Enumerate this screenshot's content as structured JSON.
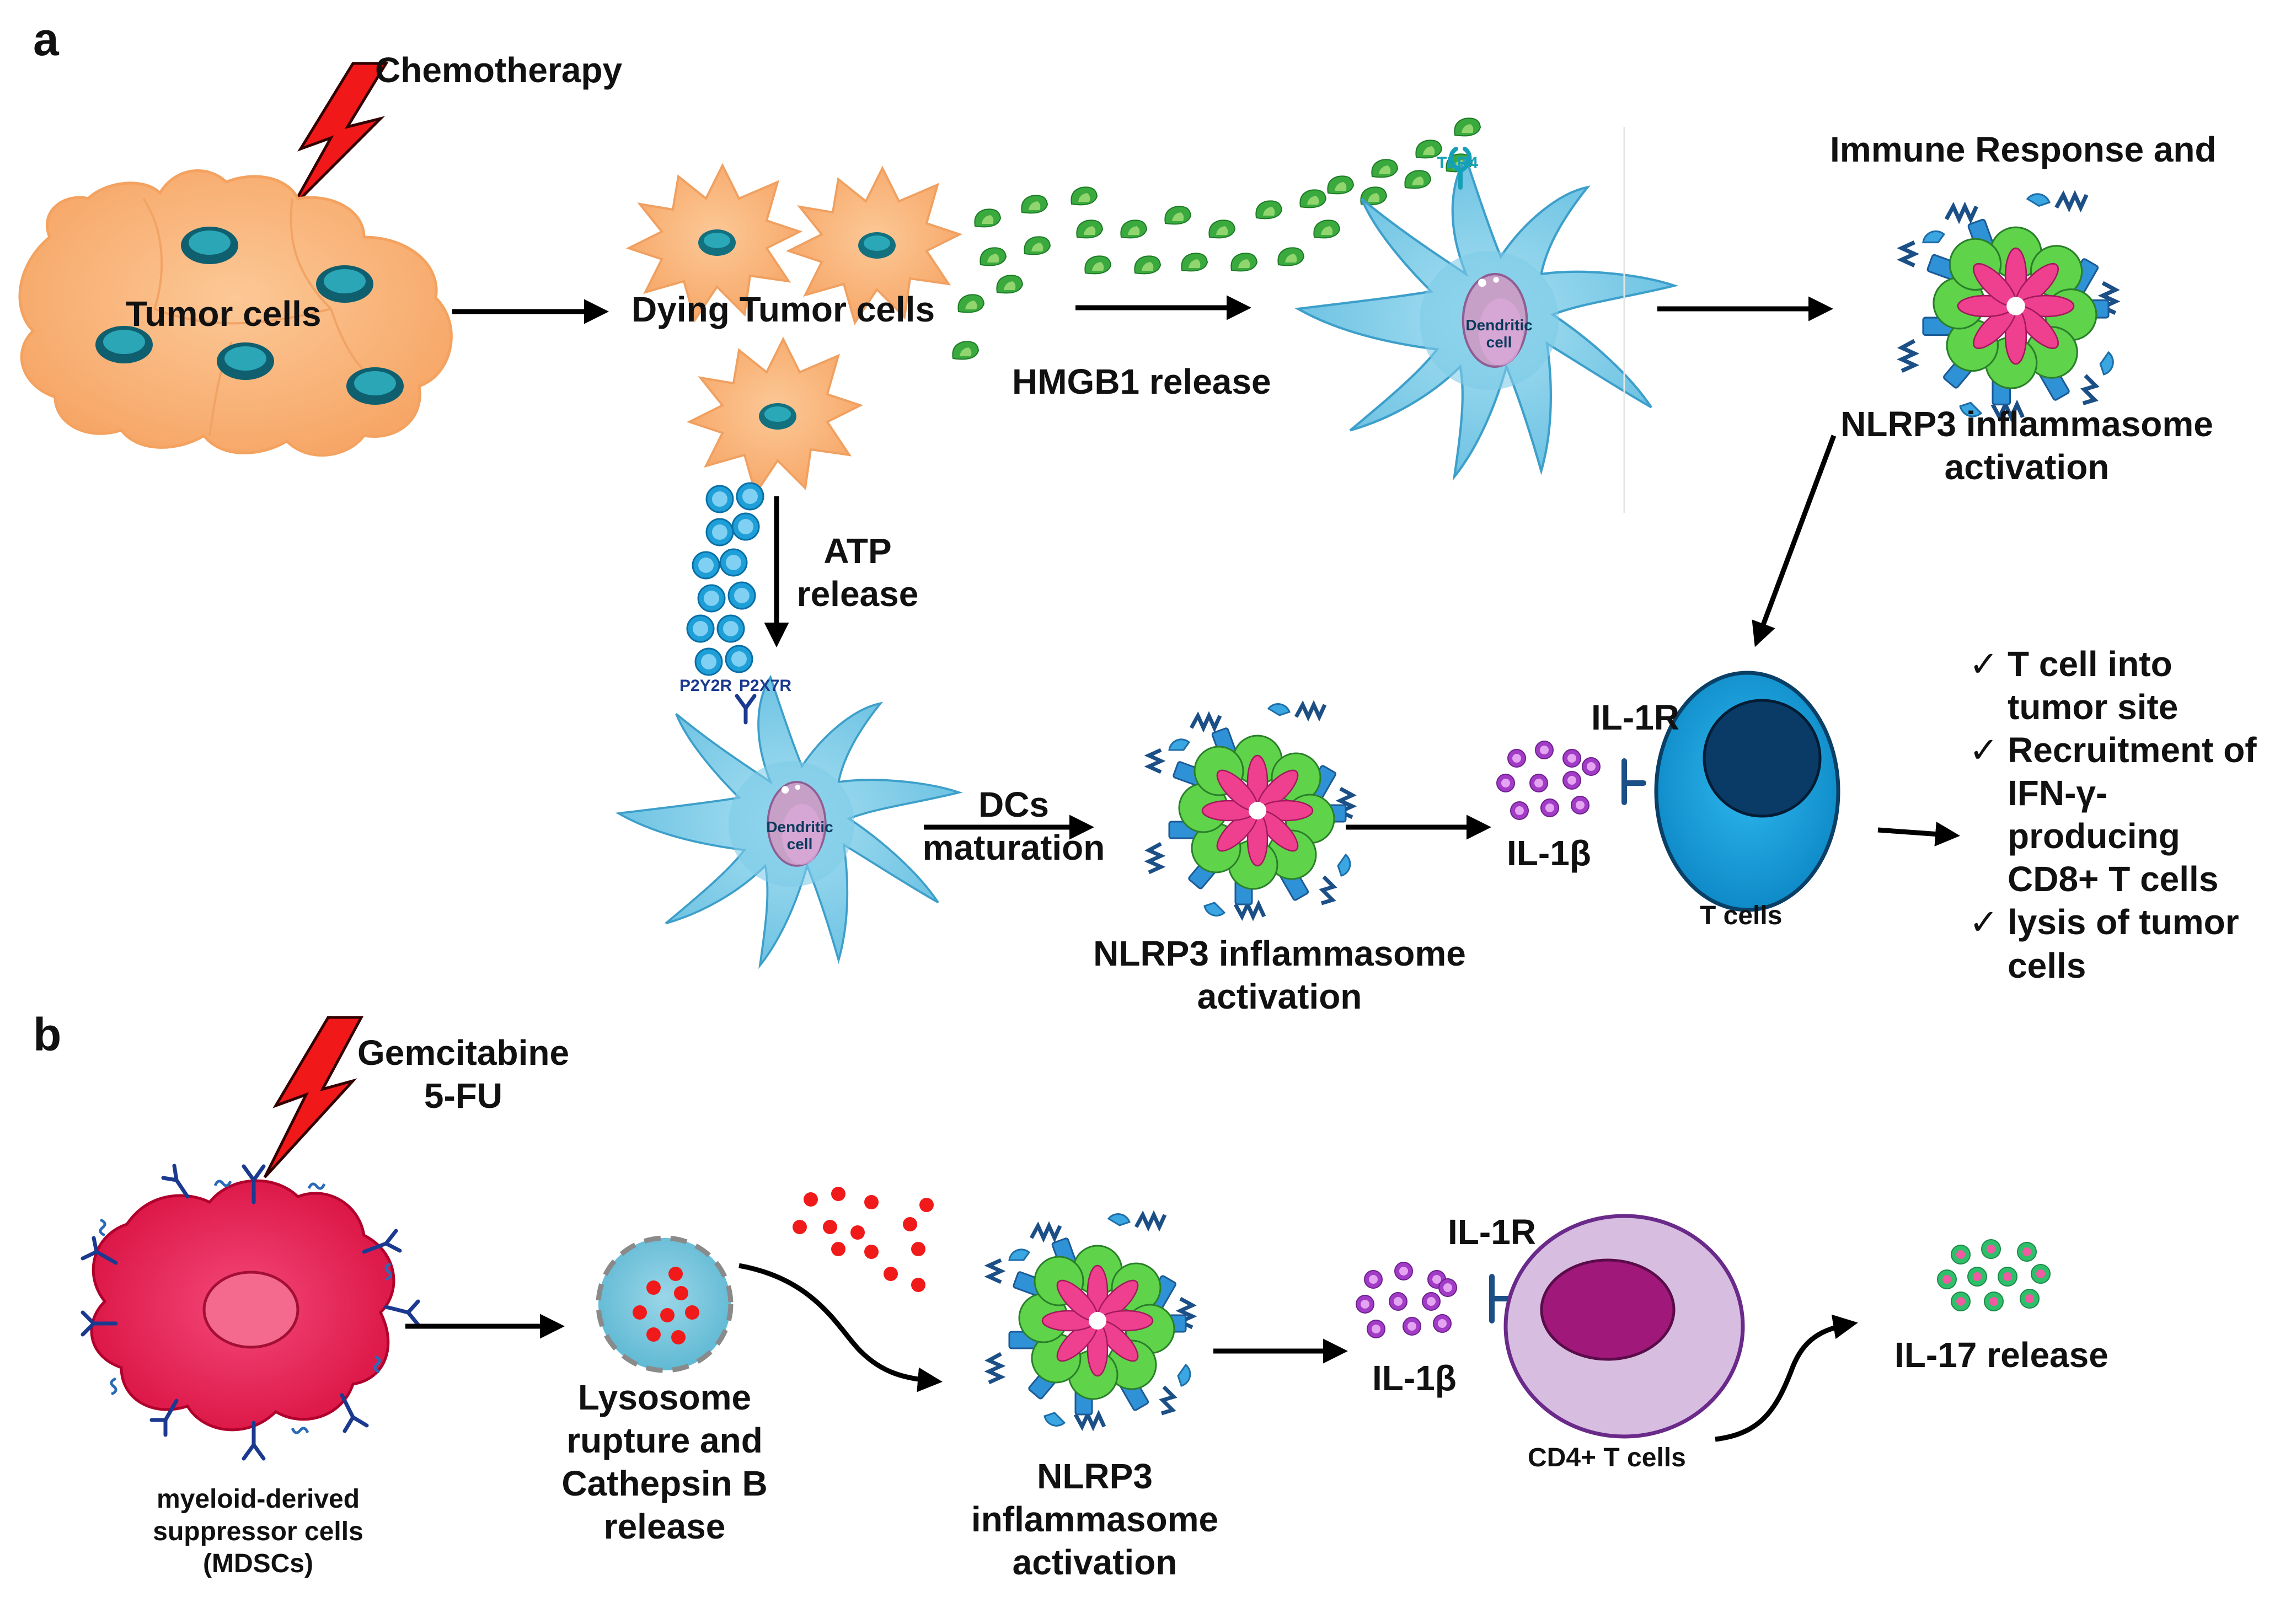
{
  "panel_a": {
    "letter": "a",
    "chemotherapy": "Chemotherapy",
    "tumor_cells": "Tumor cells",
    "dying_tumor_cells": "Dying Tumor cells",
    "hmgb1_release": "HMGB1 release",
    "tlr4": "TLR4",
    "dendritic_cell_top": [
      "Dendritic",
      "cell"
    ],
    "immune_response": "Immune Response and",
    "nlrp3_top": [
      "NLRP3 inflammasome",
      "activation"
    ],
    "atp_release": [
      "ATP",
      "release"
    ],
    "p2y2r": "P2Y2R",
    "p2x7r": "P2X7R",
    "dendritic_cell_bottom": [
      "Dendritic",
      "cell"
    ],
    "dcs_maturation": [
      "DCs",
      "maturation"
    ],
    "nlrp3_bottom": [
      "NLRP3 inflammasome",
      "activation"
    ],
    "il1r": "IL-1R",
    "il1b": "IL-1β",
    "t_cells": "T cells",
    "outcomes": [
      {
        "mark": "✓",
        "lines": [
          "T cell into",
          "tumor site"
        ]
      },
      {
        "mark": "✓",
        "lines": [
          "Recruitment of",
          "IFN-γ-",
          "producing",
          "CD8+ T cells"
        ]
      },
      {
        "mark": "✓",
        "lines": [
          "lysis of tumor",
          "cells"
        ]
      }
    ]
  },
  "panel_b": {
    "letter": "b",
    "drugs": [
      "Gemcitabine",
      "5-FU"
    ],
    "mdsc": [
      "myeloid-derived",
      "suppressor cells",
      "(MDSCs)"
    ],
    "lysosome": [
      "Lysosome",
      "rupture and",
      "Cathepsin B",
      "release"
    ],
    "nlrp3": [
      "NLRP3",
      "inflammasome",
      "activation"
    ],
    "il1r": "IL-1R",
    "il1b": "IL-1β",
    "cd4": "CD4+ T cells",
    "il17": "IL-17 release"
  },
  "colors": {
    "tumor": "#f9b47a",
    "nucleus": "#1f8fa0",
    "hmgb1": "#3cb44b",
    "dendritic": "#8fd3ea",
    "inflammasome_green": "#5fd34a",
    "inflammasome_pink": "#ef3f8f",
    "receptor_blue": "#2170c2",
    "atp": "#29a9e0",
    "il1b": "#b43bd4",
    "t_cell": "#1aa4e0",
    "mdsc": "#f0245a",
    "cathepsin": "#f01a1a",
    "cd4_cell": "#d7bde0",
    "il17": "#3cc86e",
    "lightning": "#f01818"
  },
  "icons": [
    "lightning-icon",
    "tumor-cell-icon",
    "dendritic-cell-icon",
    "inflammasome-icon",
    "t-cell-icon",
    "lysosome-icon",
    "mdsc-icon"
  ]
}
